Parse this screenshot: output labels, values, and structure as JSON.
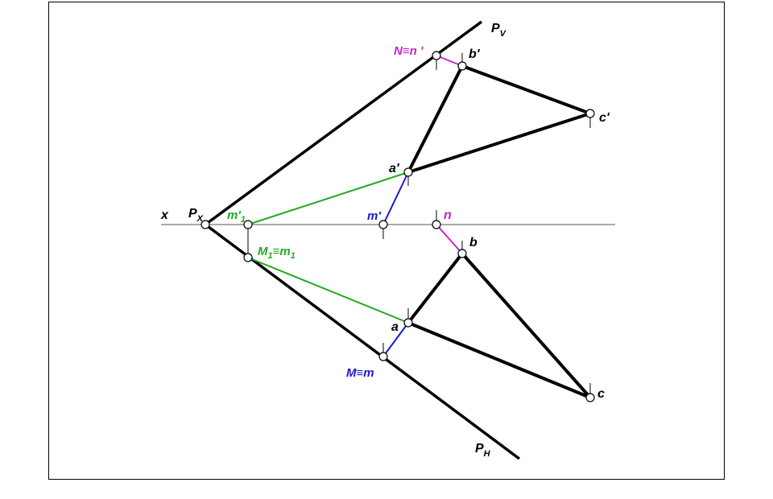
{
  "colors": {
    "black": "#000000",
    "axis": "#555555",
    "green": "#22aa22",
    "blue": "#1a1acc",
    "magenta": "#cc22cc"
  },
  "labels": {
    "x": "x",
    "px_main": "P",
    "px_sub": "X",
    "pv_main": "P",
    "pv_sub": "V",
    "ph_main": "P",
    "ph_sub": "H",
    "n_upper": "N≡n '",
    "b_prime": "b'",
    "c_prime": "c'",
    "a_prime": "a'",
    "m1_prime_main": "m'",
    "m1_prime_sub": "1",
    "m_prime": "m'",
    "n_lower": "n",
    "b_lower": "b",
    "m1_main": "M",
    "m1_sub1": "1",
    "m1_mid": "≡m",
    "m1_sub2": "1",
    "a_lower": "a",
    "c_lower": "c",
    "m_lower": "M≡m"
  }
}
